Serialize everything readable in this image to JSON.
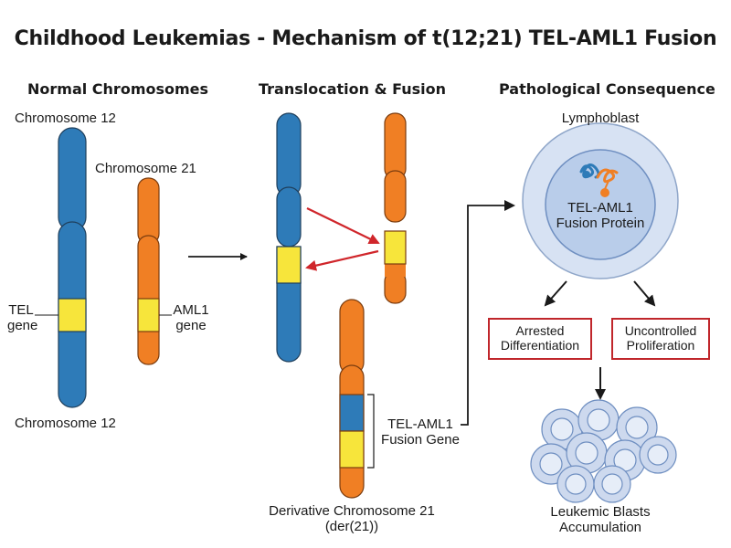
{
  "title": "Childhood Leukemias - Mechanism of t(12;21) TEL-AML1 Fusion",
  "sections": {
    "normal": "Normal Chromosomes",
    "translocation": "Translocation & Fusion",
    "consequence": "Pathological Consequence"
  },
  "normal": {
    "chr12_top_label": "Chromosome 12",
    "chr12_bottom_label": "Chromosome 12",
    "chr21_label": "Chromosome 21",
    "tel_line1": "TEL",
    "tel_line2": "gene",
    "aml1_line1": "AML1",
    "aml1_line2": "gene"
  },
  "fusion": {
    "gene_line1": "TEL-AML1",
    "gene_line2": "Fusion Gene",
    "derivative_line1": "Derivative Chromosome 21",
    "derivative_line2": "(der(21))"
  },
  "consequence": {
    "cell_label": "Lymphoblast",
    "protein_line1": "TEL-AML1",
    "protein_line2": "Fusion Protein",
    "arrested_line1": "Arrested",
    "arrested_line2": "Differentiation",
    "proliferation_line1": "Uncontrolled",
    "proliferation_line2": "Proliferation",
    "blasts_line1": "Leukemic Blasts",
    "blasts_line2": "Accumulation"
  },
  "colors": {
    "chr12": "#2e7bb8",
    "chr21": "#f07f24",
    "gene": "#f7e53b",
    "arrow_red": "#d0262b",
    "cell_outer": "#d7e2f3",
    "cell_inner": "#b9cdea"
  }
}
